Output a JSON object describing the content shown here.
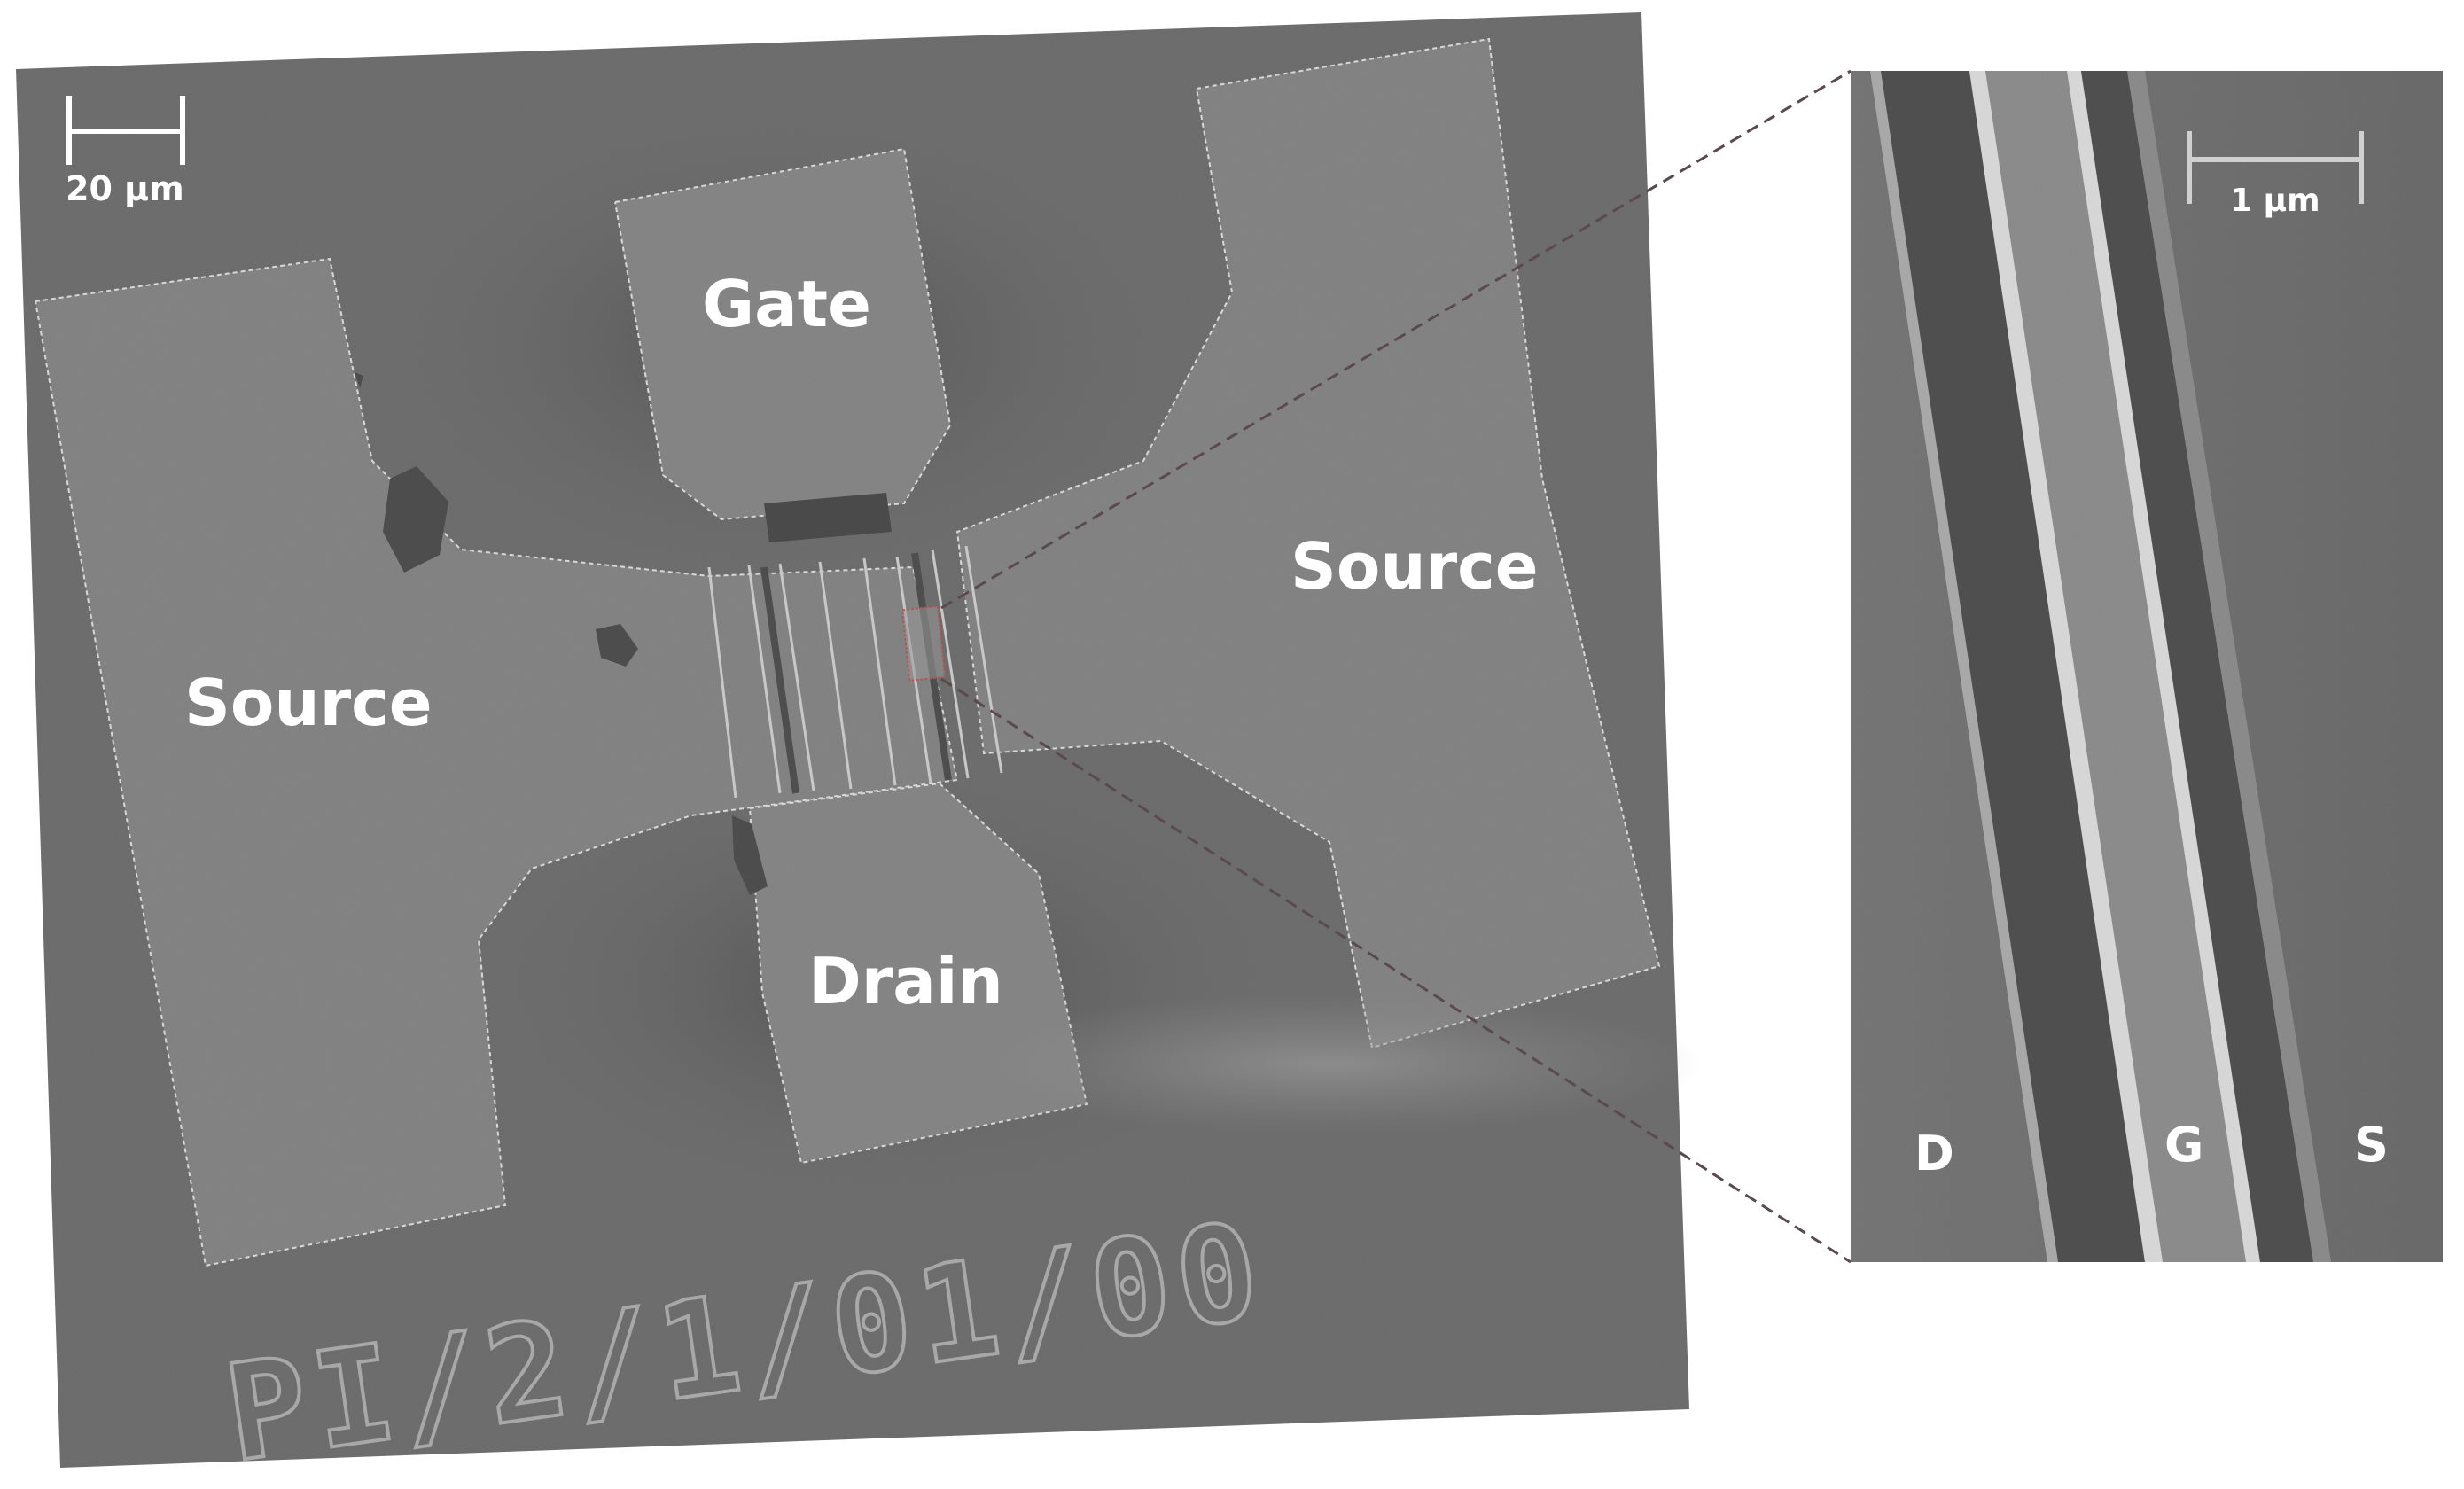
{
  "main_image": {
    "scale_bar_label": "20 µm",
    "labels": {
      "gate": "Gate",
      "source_left": "Source",
      "source_right": "Source",
      "drain": "Drain"
    },
    "engraving": "PI/2/1/01/00"
  },
  "inset_image": {
    "scale_bar_label": "1 µm",
    "labels": {
      "drain": "D",
      "gate": "G",
      "source": "S"
    }
  },
  "colors": {
    "substrate": "#6f6f6f",
    "pad": "#838383",
    "dark_gap": "#505050",
    "highlight_box": "#b05858",
    "zoom_lines": "#5a4a4e",
    "label": "#ffffff"
  }
}
